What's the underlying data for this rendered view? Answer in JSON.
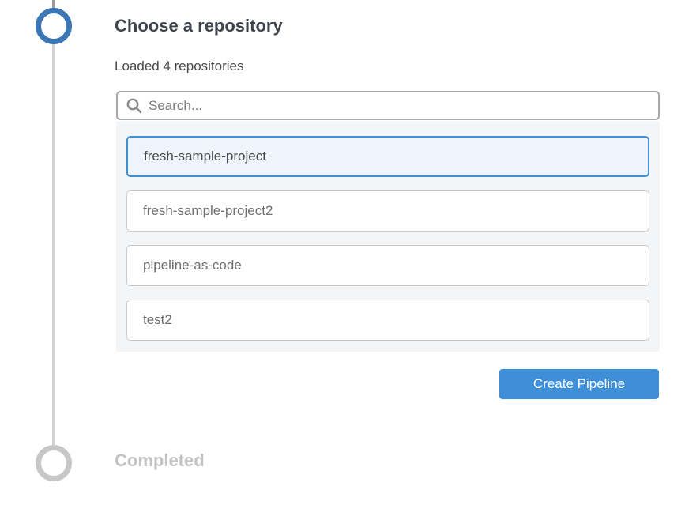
{
  "stepper": {
    "current_step_title": "Choose a repository",
    "completed_label": "Completed"
  },
  "repository_chooser": {
    "status_text": "Loaded 4 repositories",
    "search": {
      "placeholder": "Search...",
      "value": ""
    },
    "repositories": [
      {
        "name": "fresh-sample-project",
        "selected": true
      },
      {
        "name": "fresh-sample-project2",
        "selected": false
      },
      {
        "name": "pipeline-as-code",
        "selected": false
      },
      {
        "name": "test2",
        "selected": false
      }
    ],
    "create_button_label": "Create Pipeline"
  },
  "icons": {
    "search": "magnifier"
  },
  "colors": {
    "accent_blue": "#3f8fd8",
    "step_active_blue": "#3b76b5",
    "selected_border": "#3e8ed9",
    "selected_bg": "#eef4fb",
    "inactive_gray": "#c7c7c7",
    "panel_bg": "#f4f5f7"
  }
}
